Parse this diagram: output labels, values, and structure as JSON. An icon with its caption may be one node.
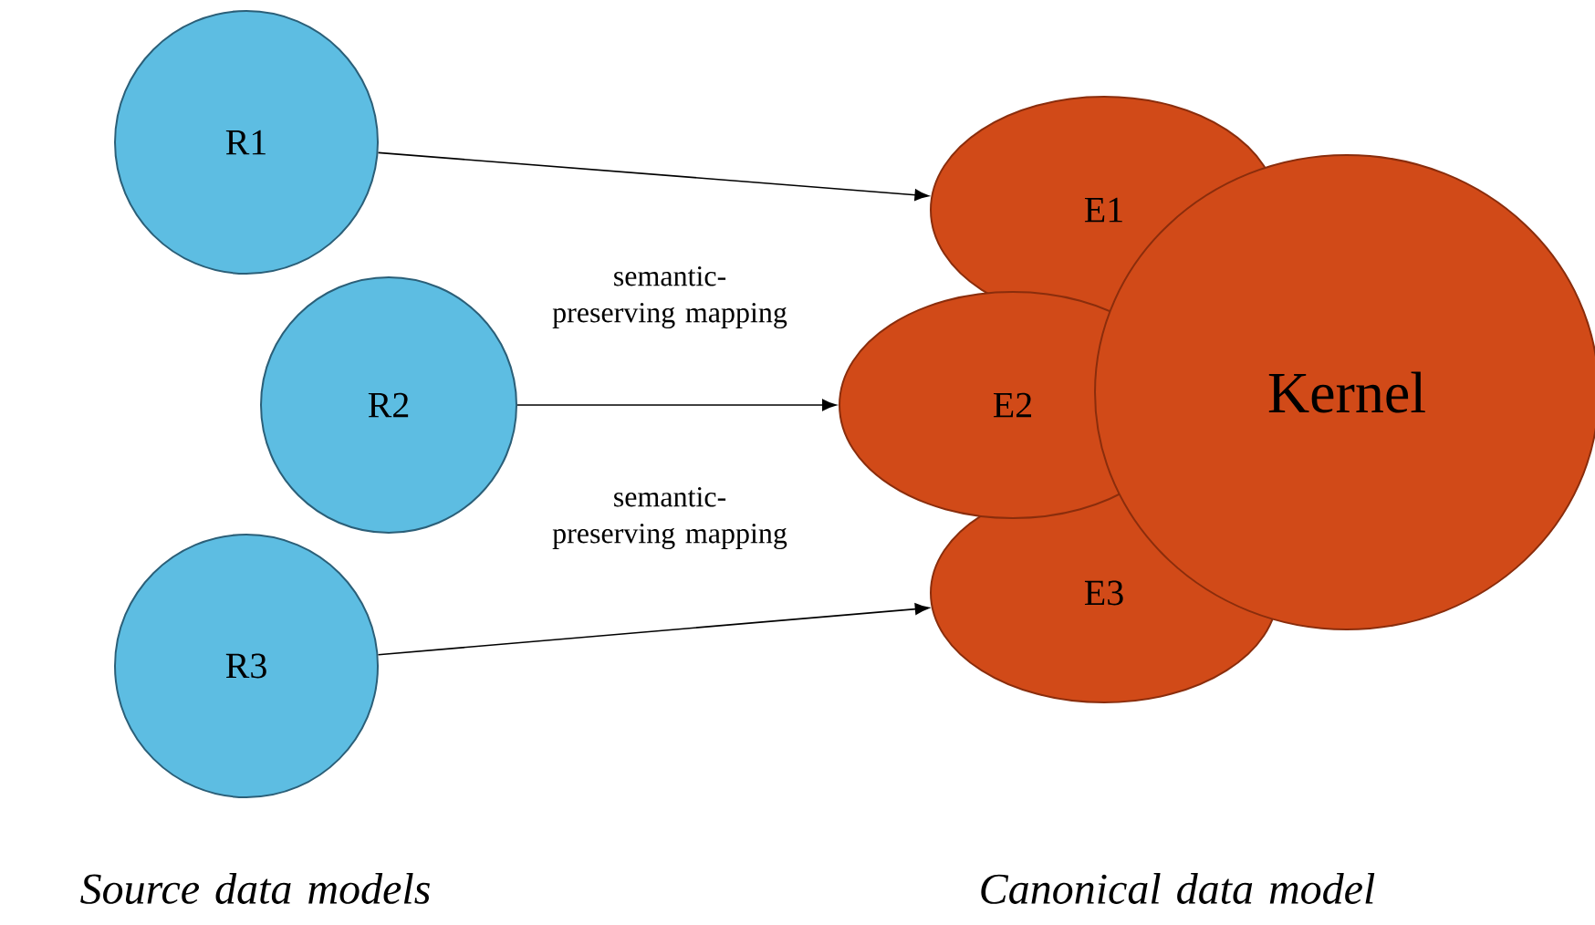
{
  "diagram": {
    "nodes": [
      {
        "text": [
          "R1"
        ]
      },
      {
        "text": [
          "R2"
        ]
      },
      {
        "text": [
          "R3"
        ]
      },
      {
        "text": [
          "E1"
        ]
      },
      {
        "text": [
          "E2"
        ]
      },
      {
        "text": [
          "E3"
        ]
      },
      {
        "text": [
          "Kernel"
        ]
      }
    ],
    "edges": [
      {
        "from": 0,
        "to": 3,
        "arrow": "to"
      },
      {
        "from": 1,
        "to": 4,
        "arrow": "to"
      },
      {
        "from": 2,
        "to": 5,
        "arrow": "to"
      }
    ],
    "labels": [
      "semantic-preserving mapping",
      "semantic-preserving mapping",
      "Source data models",
      "Canonical data model"
    ]
  }
}
